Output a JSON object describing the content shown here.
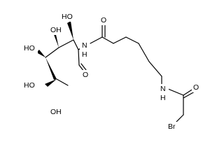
{
  "molecule": {
    "atoms": [
      {
        "id": "oh_c5",
        "label": "OH"
      },
      {
        "id": "oh_c4",
        "label": "OH"
      },
      {
        "id": "oh_c3",
        "label": "HO"
      },
      {
        "id": "oh_c2",
        "label": "HO"
      },
      {
        "id": "oh_c1",
        "label": "HO"
      },
      {
        "id": "aldehyde_o",
        "label": "O"
      },
      {
        "id": "amide1_n",
        "label": "N"
      },
      {
        "id": "amide1_h",
        "label": "H"
      },
      {
        "id": "amide1_o",
        "label": "O"
      },
      {
        "id": "amide2_n",
        "label": "N"
      },
      {
        "id": "amide2_h",
        "label": "H"
      },
      {
        "id": "amide2_o",
        "label": "O"
      },
      {
        "id": "bromine",
        "label": "Br"
      }
    ],
    "colors": {
      "bond": "#000000",
      "text": "#000000",
      "background": "#ffffff"
    }
  }
}
